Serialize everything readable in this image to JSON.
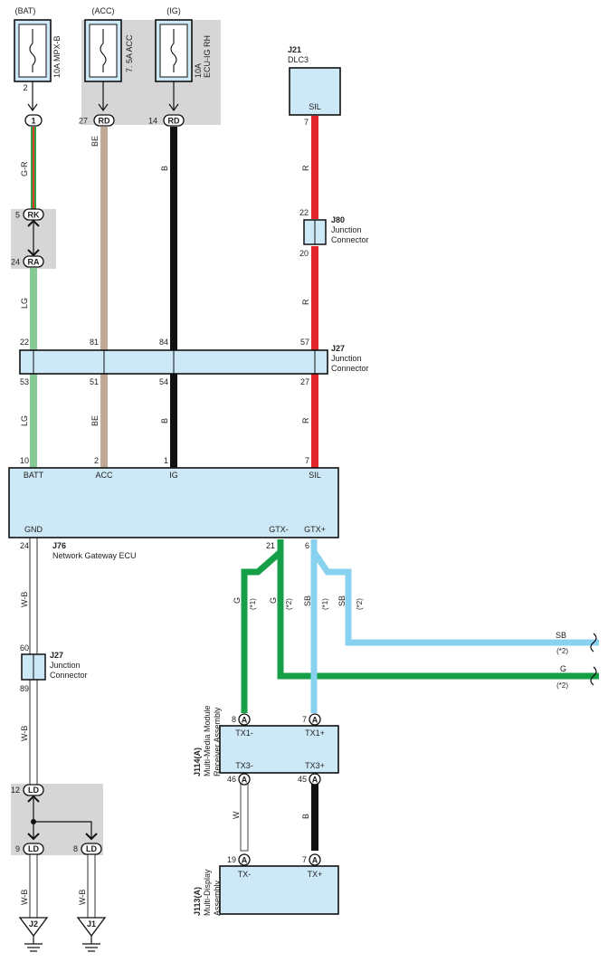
{
  "colors": {
    "box_fill": "#cde8f6",
    "shade": "#d6d6d6",
    "wire_gr_green": "#2ea043",
    "wire_gr_red": "#e1392f",
    "wire_be": "#c0a995",
    "wire_b": "#111111",
    "wire_r": "#e3262d",
    "wire_lg": "#86c995",
    "wire_g": "#15a047",
    "wire_sb": "#88d2ef",
    "wire_w": "#ffffff",
    "wire_wb_black": "#333333"
  },
  "fuses": {
    "bat": {
      "label": "(BAT)",
      "name": "10A MPX-B",
      "pin": "2"
    },
    "acc": {
      "label": "(ACC)",
      "name": "7. 5A ACC"
    },
    "ig": {
      "label": "(IG)",
      "name_line1": "10A",
      "name_line2": "ECU-IG RH"
    }
  },
  "connectors_top": {
    "c1": {
      "pin": "1"
    },
    "rd_acc": {
      "pin": "27",
      "code": "RD"
    },
    "rd_ig": {
      "pin": "14",
      "code": "RD"
    },
    "rk": {
      "pin": "5",
      "code": "RK"
    },
    "ra": {
      "pin": "24",
      "code": "RA"
    }
  },
  "dlc3": {
    "id": "J21",
    "name": "DLC3",
    "terminal": "SIL",
    "pin": "7"
  },
  "j80": {
    "id": "J80",
    "name_line1": "Junction",
    "name_line2": "Connector",
    "pin_top": "22",
    "pin_bottom": "20"
  },
  "j27_main": {
    "id": "J27",
    "name_line1": "Junction",
    "name_line2": "Connector",
    "pins_top": [
      "22",
      "81",
      "84",
      "57"
    ],
    "pins_bottom": [
      "53",
      "51",
      "54",
      "27"
    ]
  },
  "wire_labels": {
    "gr": "G-R",
    "be1": "BE",
    "b1": "B",
    "r1": "R",
    "r2": "R",
    "lg1": "LG",
    "lg2": "LG",
    "be2": "BE",
    "b2": "B",
    "r3": "R",
    "wb1": "W-B",
    "wb2": "W-B",
    "wb3": "W-B",
    "wb4": "W-B",
    "g1": "G",
    "g2": "G",
    "sb1": "SB",
    "sb2": "SB",
    "w": "W",
    "b3": "B",
    "note1": "(*1)",
    "note2": "(*2)",
    "note3": "(*1)",
    "note4": "(*2)"
  },
  "ecu": {
    "id": "J76",
    "name": "Network Gateway ECU",
    "pins_top": [
      "10",
      "2",
      "1",
      "7"
    ],
    "terminals_top": [
      "BATT",
      "ACC",
      "IG",
      "SIL"
    ],
    "terminals_bottom": [
      "GND",
      "GTX-",
      "GTX+"
    ],
    "pins_bottom": [
      "24",
      "21",
      "6"
    ]
  },
  "j27_ground": {
    "id": "J27",
    "name_line1": "Junction",
    "name_line2": "Connector",
    "pin_top": "60",
    "pin_bottom": "89"
  },
  "ld": {
    "code": "LD",
    "pin_top": "12",
    "pin_left": "9",
    "pin_right": "8"
  },
  "grounds": {
    "j2": "J2",
    "j1": "J1"
  },
  "off_page": {
    "sb": {
      "label": "SB",
      "note": "(*2)"
    },
    "g": {
      "label": "G",
      "note": "(*2)"
    }
  },
  "j114": {
    "id": "J114(A)",
    "name_line1": "Multi-Media Module",
    "name_line2": "Receiver Assembly",
    "pins_top": [
      "8",
      "7"
    ],
    "pins_bottom": [
      "46",
      "45"
    ],
    "code": "A",
    "terminals_top": [
      "TX1-",
      "TX1+"
    ],
    "terminals_bottom": [
      "TX3-",
      "TX3+"
    ]
  },
  "j113": {
    "id": "J113(A)",
    "name_line1": "Multi-Display",
    "name_line2": "Assembly",
    "pins": [
      "19",
      "7"
    ],
    "code": "A",
    "terminals": [
      "TX-",
      "TX+"
    ]
  }
}
